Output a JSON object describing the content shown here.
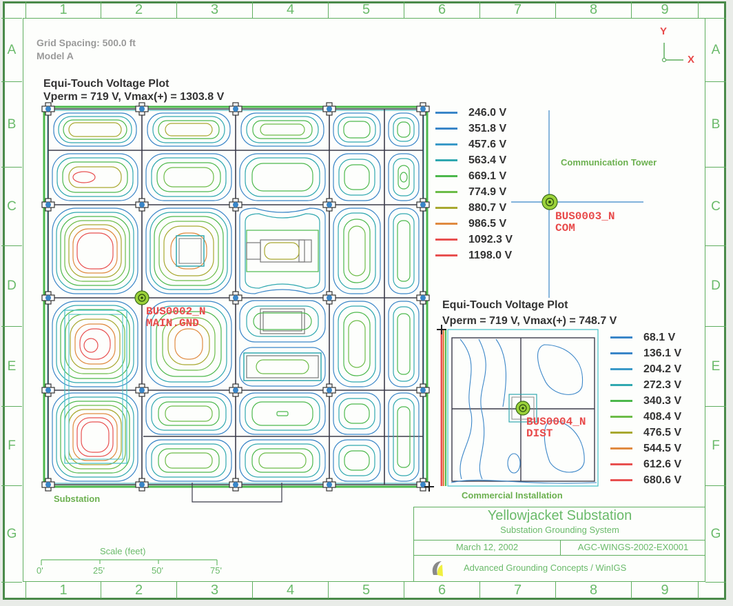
{
  "drawing": {
    "column_labels": [
      "1",
      "2",
      "3",
      "4",
      "5",
      "6",
      "7",
      "8",
      "9"
    ],
    "row_labels": [
      "A",
      "B",
      "C",
      "D",
      "E",
      "F",
      "G"
    ],
    "notes": {
      "grid_spacing": "Grid Spacing: 500.0 ft",
      "model": "Model A"
    },
    "axis_indicator": {
      "y_label": "Y",
      "x_label": "X"
    }
  },
  "main_plot": {
    "title": "Equi-Touch Voltage Plot",
    "subtitle": "Vperm = 719 V, Vmax(+) = 1303.8 V",
    "site_label": "Substation",
    "bus": {
      "name": "BUS0002_N",
      "sub": "MAIN.GND"
    },
    "legend": [
      {
        "label": "246.0 V",
        "color": "#3a86c8"
      },
      {
        "label": "351.8 V",
        "color": "#3a86c8"
      },
      {
        "label": "457.6 V",
        "color": "#3a9ac8"
      },
      {
        "label": "563.4 V",
        "color": "#30a8b0"
      },
      {
        "label": "669.1 V",
        "color": "#4cb84c"
      },
      {
        "label": "774.9 V",
        "color": "#6cbc48"
      },
      {
        "label": "880.7 V",
        "color": "#a8a830"
      },
      {
        "label": "986.5 V",
        "color": "#e08a40"
      },
      {
        "label": "1092.3 V",
        "color": "#e85050"
      },
      {
        "label": "1198.0 V",
        "color": "#e85050"
      }
    ]
  },
  "tower": {
    "site_label": "Communication Tower",
    "bus": {
      "name": "BUS0003_N",
      "sub": "COM"
    }
  },
  "secondary_plot": {
    "title": "Equi-Touch Voltage Plot",
    "subtitle": "Vperm = 719 V, Vmax(+) = 748.7 V",
    "site_label": "Commercial Installation",
    "bus": {
      "name": "BUS0004_N",
      "sub": "DIST"
    },
    "legend": [
      {
        "label": "68.1 V",
        "color": "#3a86c8"
      },
      {
        "label": "136.1 V",
        "color": "#3a86c8"
      },
      {
        "label": "204.2 V",
        "color": "#3a9ac8"
      },
      {
        "label": "272.3 V",
        "color": "#30a8b0"
      },
      {
        "label": "340.3 V",
        "color": "#4cb84c"
      },
      {
        "label": "408.4 V",
        "color": "#6cbc48"
      },
      {
        "label": "476.5 V",
        "color": "#a8a830"
      },
      {
        "label": "544.5 V",
        "color": "#e08a40"
      },
      {
        "label": "612.6 V",
        "color": "#e85050"
      },
      {
        "label": "680.6 V",
        "color": "#e85050"
      }
    ]
  },
  "scale_bar": {
    "title": "Scale (feet)",
    "ticks": [
      "0'",
      "25'",
      "50'",
      "75'"
    ]
  },
  "title_block": {
    "project": "Yellowjacket Substation",
    "description": "Substation Grounding System",
    "date": "March 12, 2002",
    "drawing_number": "AGC-WINGS-2002-EX0001",
    "company": "Advanced Grounding Concepts / WinIGS"
  }
}
